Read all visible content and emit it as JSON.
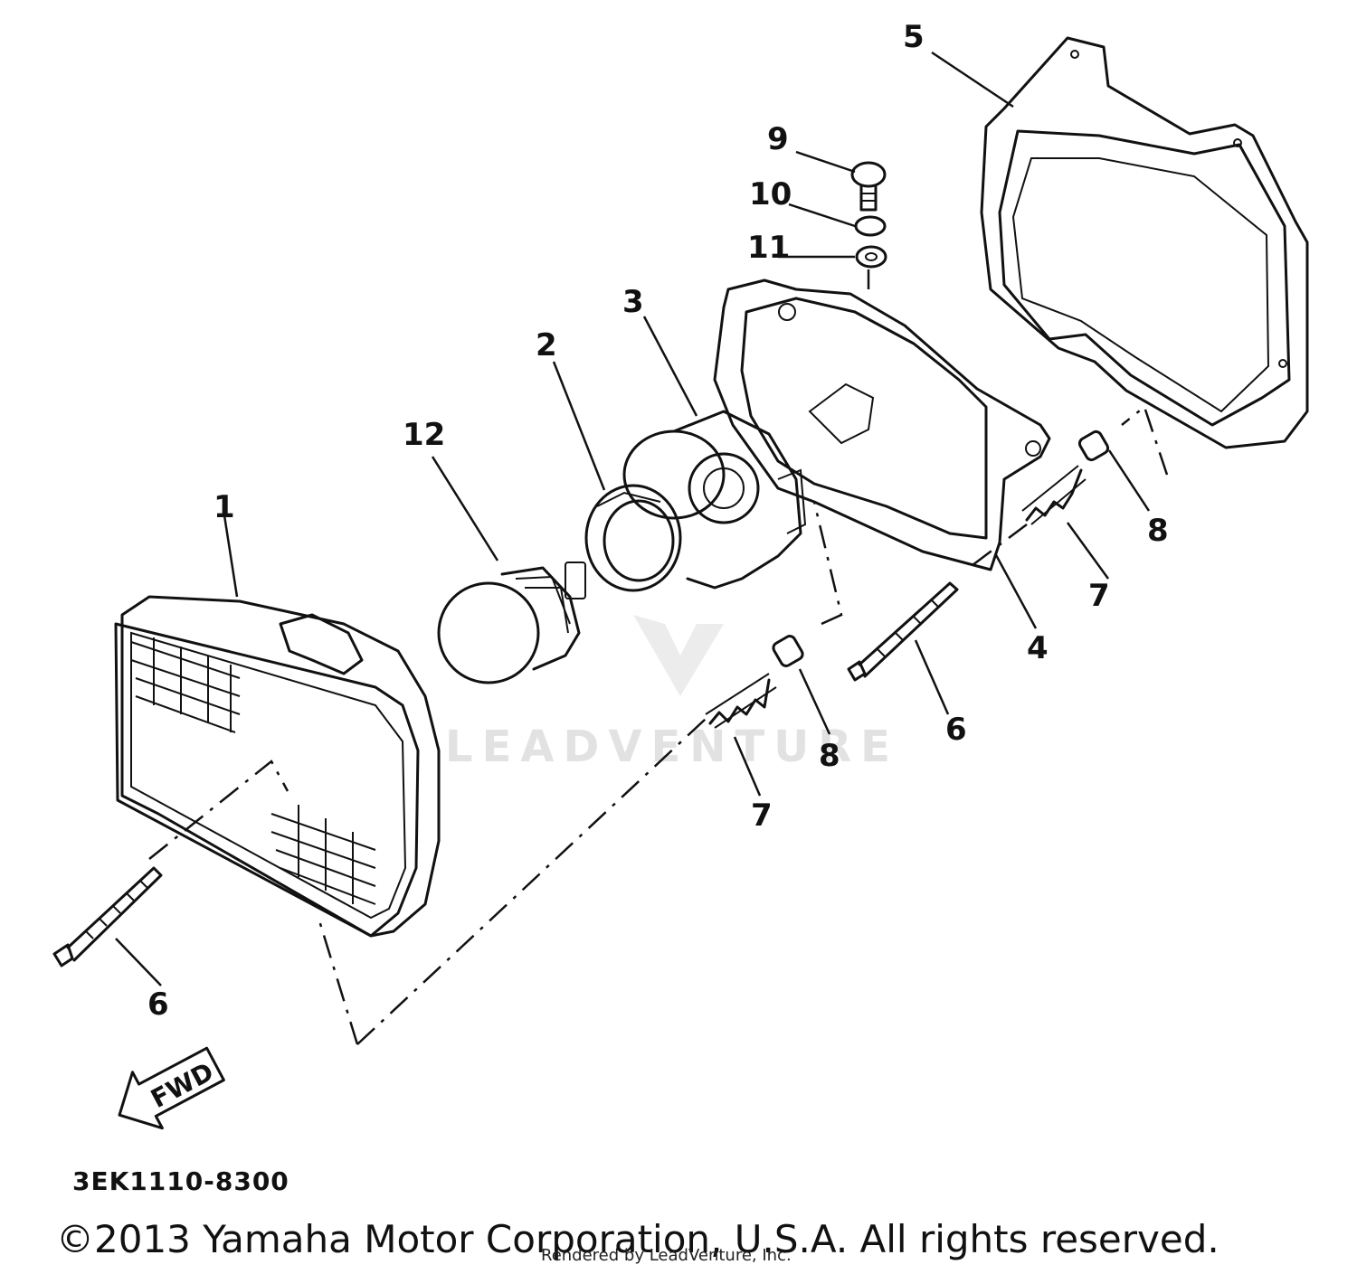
{
  "diagram": {
    "code": "3EK1110-8300",
    "fwd_label": "FWD",
    "copyright": "©2013 Yamaha Motor Corporation, U.S.A. All rights reserved.",
    "rendered_by": "Rendered by LeadVenture, Inc.",
    "watermark": "LEADVENTURE",
    "callouts": {
      "c1": "1",
      "c2": "2",
      "c3": "3",
      "c4": "4",
      "c5": "5",
      "c6a": "6",
      "c6b": "6",
      "c7a": "7",
      "c7b": "7",
      "c8a": "8",
      "c8b": "8",
      "c9": "9",
      "c10": "10",
      "c11": "11",
      "c12": "12"
    }
  }
}
